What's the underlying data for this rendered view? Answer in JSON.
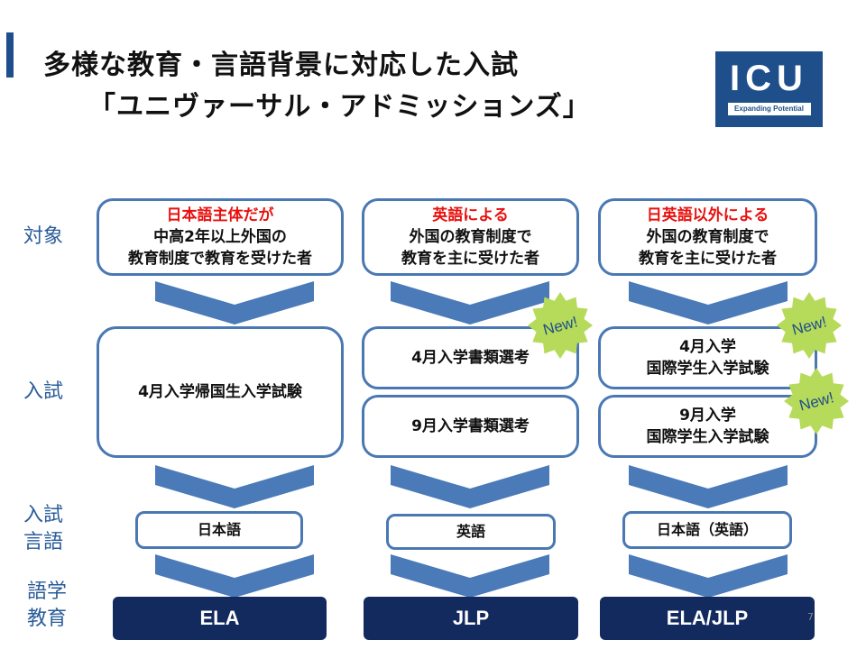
{
  "title": {
    "line1": "多様な教育・言語背景に対応した入試",
    "line2": "「ユニヴァーサル・アドミッションズ」"
  },
  "logo": {
    "text": "ICU",
    "tagline": "Expanding Potential",
    "color": "#1e4f8a"
  },
  "row_labels": {
    "target": "対象",
    "exam": "入試",
    "exam_lang_1": "入試",
    "exam_lang_2": "言語",
    "edu_1": "語学",
    "edu_2": "教育"
  },
  "columns": [
    {
      "target_highlight": "日本語主体だが",
      "target_line1": "中高2年以上外国の",
      "target_line2": "教育制度で教育を受けた者",
      "exam_single": "4月入学帰国生入学試験",
      "language": "日本語",
      "education": "ELA"
    },
    {
      "target_highlight": "英語による",
      "target_line1": "外国の教育制度で",
      "target_line2": "教育を主に受けた者",
      "exam_a": "4月入学書類選考",
      "exam_b": "9月入学書類選考",
      "language": "英語",
      "education": "JLP"
    },
    {
      "target_highlight": "日英語以外による",
      "target_line1": "外国の教育制度で",
      "target_line2": "教育を主に受けた者",
      "exam_a_line1": "4月入学",
      "exam_a_line2": "国際学生入学試験",
      "exam_b_line1": "9月入学",
      "exam_b_line2": "国際学生入学試験",
      "language": "日本語（英語）",
      "education": "ELA/JLP"
    }
  ],
  "badge_text": "New!",
  "page_number": "7",
  "colors": {
    "border": "#4a78b3",
    "highlight": "#e8110f",
    "arrow": "#4a7ab8",
    "edu_bar": "#132a5e",
    "badge": "#b6da59",
    "label": "#2a5c9a"
  }
}
